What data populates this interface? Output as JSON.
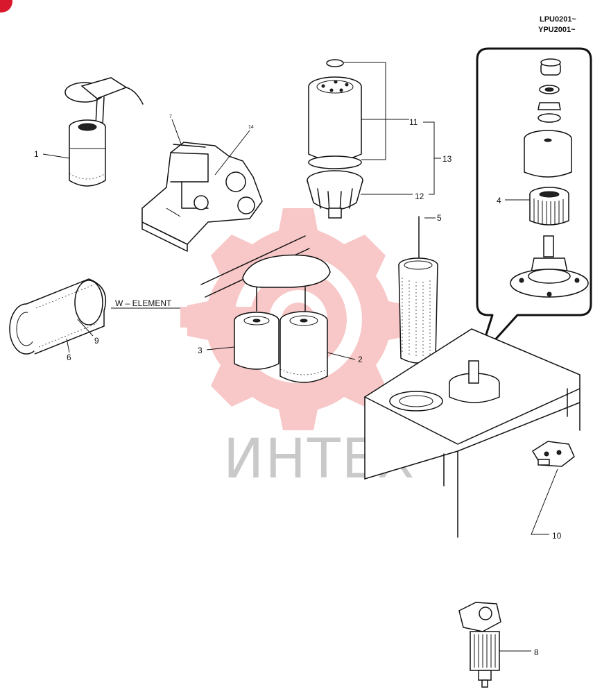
{
  "serial_range": [
    "LPU0201~",
    "YPU2001~"
  ],
  "callouts": {
    "c1": "1",
    "c2": "2",
    "c3": "3",
    "c4": "4",
    "c5": "5",
    "c6": "6",
    "c7": "7",
    "c8": "8",
    "c9": "9",
    "c10": "10",
    "c11": "11",
    "c12": "12",
    "c13": "13",
    "c14": "14"
  },
  "element_label": "W – ELEMENT",
  "watermark": {
    "text": "ИНТЕХ",
    "color": "#e83a3a",
    "text_color": "#c9c9c9"
  },
  "corner_badge_color": "#d8182c"
}
